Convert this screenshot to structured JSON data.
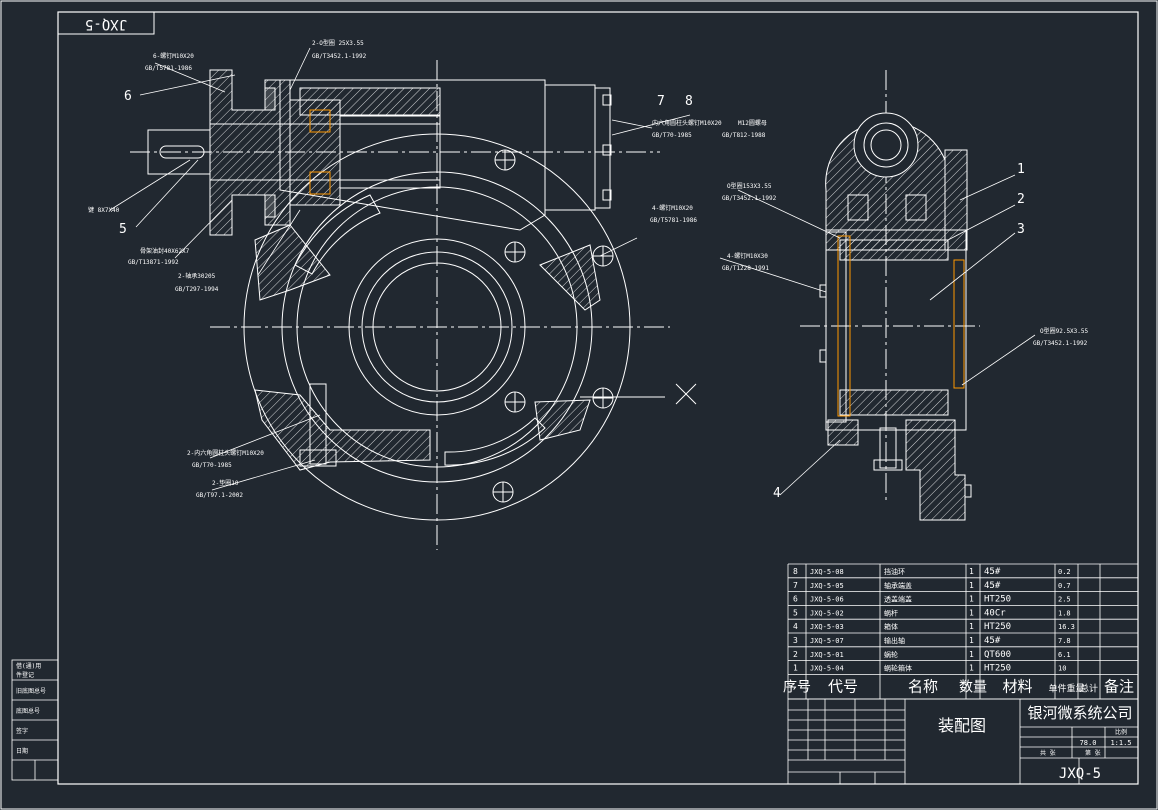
{
  "drawing": {
    "title_box": "JXQ-5",
    "drawing_name": "装配图",
    "company": "银河微系统公司",
    "drawing_number": "JXQ-5",
    "scale_label": "比例",
    "scale": "1:1.5",
    "weight": "78.0",
    "sheets_label": "共 张",
    "sheet_label": "第 张"
  },
  "callouts": {
    "left": [
      "6",
      "5"
    ],
    "top": [
      "7",
      "8"
    ],
    "right": [
      "1",
      "2",
      "3",
      "4"
    ]
  },
  "annotations": [
    {
      "id": "a1",
      "text": "2-O型圈 25X3.55"
    },
    {
      "id": "a2",
      "text": "GB/T3452.1-1992"
    },
    {
      "id": "a3",
      "text": "6-螺钉M10X20"
    },
    {
      "id": "a4",
      "text": "GB/T5781-1986"
    },
    {
      "id": "a5",
      "text": "键 8X7X40"
    },
    {
      "id": "a6",
      "text": "骨架油封40X62X7"
    },
    {
      "id": "a7",
      "text": "GB/T13871-1992"
    },
    {
      "id": "a8",
      "text": "2-轴承30205"
    },
    {
      "id": "a9",
      "text": "GB/T297-1994"
    },
    {
      "id": "a10",
      "text": "内六角圆柱头螺钉M10X20"
    },
    {
      "id": "a11",
      "text": "GB/T70-1985"
    },
    {
      "id": "a12",
      "text": "M12圆螺母"
    },
    {
      "id": "a13",
      "text": "GB/T812-1988"
    },
    {
      "id": "a14",
      "text": "O型圈153X3.55"
    },
    {
      "id": "a15",
      "text": "GB/T3452.1-1992"
    },
    {
      "id": "a16",
      "text": "4-螺钉M10X20"
    },
    {
      "id": "a17",
      "text": "GB/T5781-1986"
    },
    {
      "id": "a18",
      "text": "4-螺钉M10X30"
    },
    {
      "id": "a19",
      "text": "GB/T1228-1991"
    },
    {
      "id": "a20",
      "text": "O型圈92.5X3.55"
    },
    {
      "id": "a21",
      "text": "GB/T3452.1-1992"
    },
    {
      "id": "a22",
      "text": "2-内六角圆柱头螺钉M10X20"
    },
    {
      "id": "a23",
      "text": "GB/T70-1985"
    },
    {
      "id": "a24",
      "text": "2-垫圈10"
    },
    {
      "id": "a25",
      "text": "GB/T97.1-2002"
    }
  ],
  "bom": {
    "headers": [
      "序号",
      "代号",
      "名称",
      "数量",
      "材料",
      "单件重量",
      "总计",
      "备注"
    ],
    "rows": [
      [
        "8",
        "JXQ-5-08",
        "挡油环",
        "1",
        "45#",
        "0.2"
      ],
      [
        "7",
        "JXQ-5-05",
        "轴承端盖",
        "1",
        "45#",
        "0.7"
      ],
      [
        "6",
        "JXQ-5-06",
        "透盖端盖",
        "1",
        "HT250",
        "2.5"
      ],
      [
        "5",
        "JXQ-5-02",
        "蜗杆",
        "1",
        "40Cr",
        "1.8"
      ],
      [
        "4",
        "JXQ-5-03",
        "箱体",
        "1",
        "HT250",
        "16.3"
      ],
      [
        "3",
        "JXQ-5-07",
        "输出轴",
        "1",
        "45#",
        "7.8"
      ],
      [
        "2",
        "JXQ-5-01",
        "蜗轮",
        "1",
        "QT600",
        "6.1"
      ],
      [
        "1",
        "JXQ-5-04",
        "蜗轮箱体",
        "1",
        "HT250",
        "10"
      ]
    ]
  },
  "side_table": [
    "借(通)用",
    "件登记",
    "旧底图总号",
    "底图总号",
    "签字",
    "日期"
  ]
}
